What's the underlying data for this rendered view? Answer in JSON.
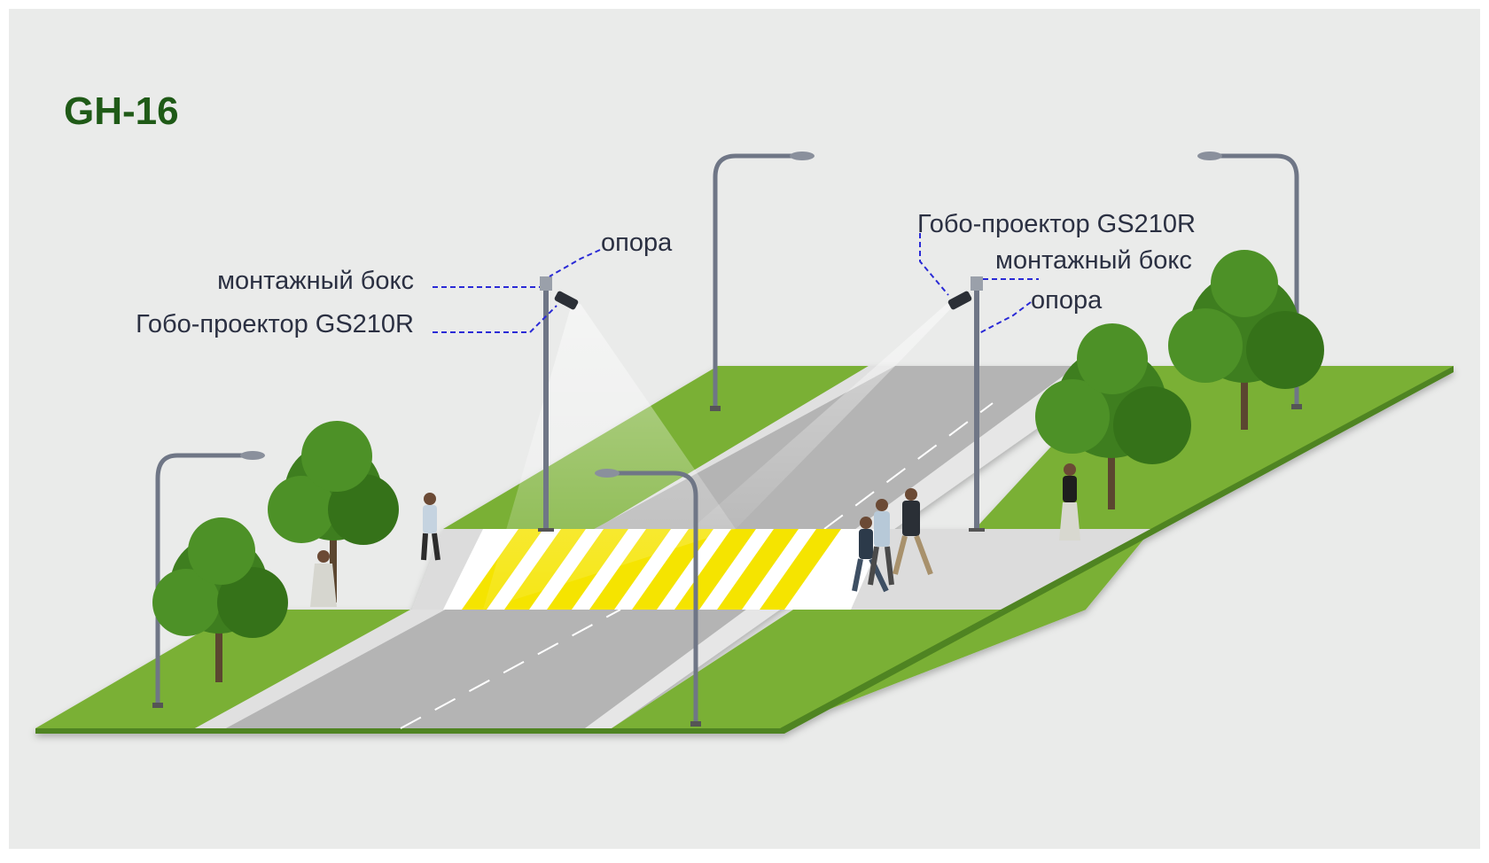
{
  "title": "GH-16",
  "colors": {
    "panel": "#eaebea",
    "title": "#1f5a17",
    "label": "#2b3042",
    "leader": "#2a2ad6",
    "grass": "#7ab034",
    "grass_edge": "#4f8420",
    "sidewalk": "#dcdcdc",
    "curb": "#f2f2f2",
    "road": "#b4b4b4",
    "crossing_yellow": "#f5e400",
    "crossing_white": "#ffffff",
    "pole": "#6f7686",
    "tree": "#3e7e1f"
  },
  "labels_left": {
    "support": "опора",
    "mounting_box": "монтажный бокс",
    "gobo_projector": "Гобо-проектор GS210R"
  },
  "labels_right": {
    "gobo_projector": "Гобо-проектор GS210R",
    "mounting_box": "монтажный бокс",
    "support": "опора"
  }
}
